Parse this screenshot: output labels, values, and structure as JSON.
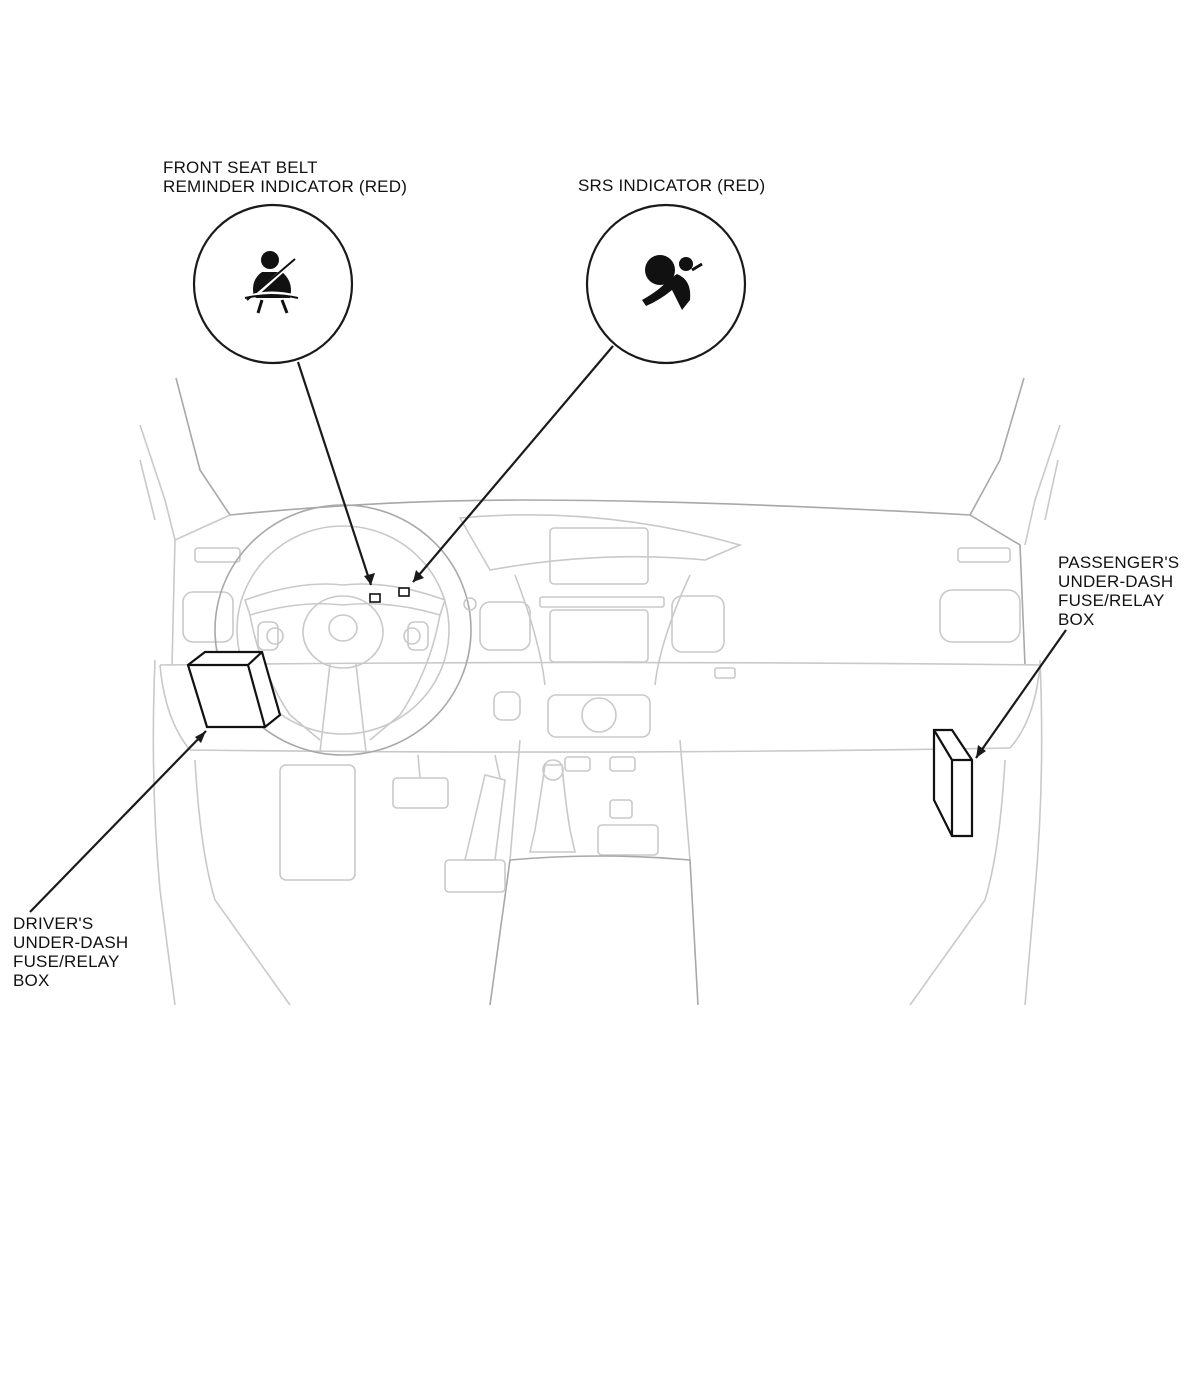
{
  "labels": {
    "seatbelt_line1": "FRONT SEAT BELT",
    "seatbelt_line2": "REMINDER INDICATOR (RED)",
    "srs": "SRS INDICATOR (RED)",
    "driver_line1": "DRIVER'S",
    "driver_line2": "UNDER-DASH",
    "driver_line3": "FUSE/RELAY",
    "driver_line4": "BOX",
    "passenger_line1": "PASSENGER'S",
    "passenger_line2": "UNDER-DASH",
    "passenger_line3": "FUSE/RELAY",
    "passenger_line4": "BOX"
  },
  "icons": {
    "seatbelt": "seatbelt-reminder-icon",
    "srs": "airbag-srs-icon"
  },
  "colors": {
    "ink": "#111111",
    "vehicle_outline": "#c9c9c9",
    "leader": "#1a1a1a"
  }
}
